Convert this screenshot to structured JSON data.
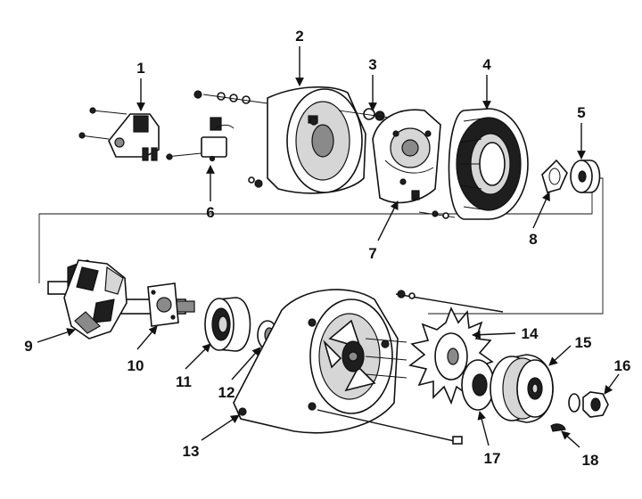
{
  "callouts": {
    "p1": "1",
    "p2": "2",
    "p3": "3",
    "p4": "4",
    "p5": "5",
    "p6": "6",
    "p7": "7",
    "p8": "8",
    "p9": "9",
    "p10": "10",
    "p11": "11",
    "p12": "12",
    "p13": "13",
    "p14": "14",
    "p15": "15",
    "p16": "16",
    "p17": "17",
    "p18": "18"
  }
}
